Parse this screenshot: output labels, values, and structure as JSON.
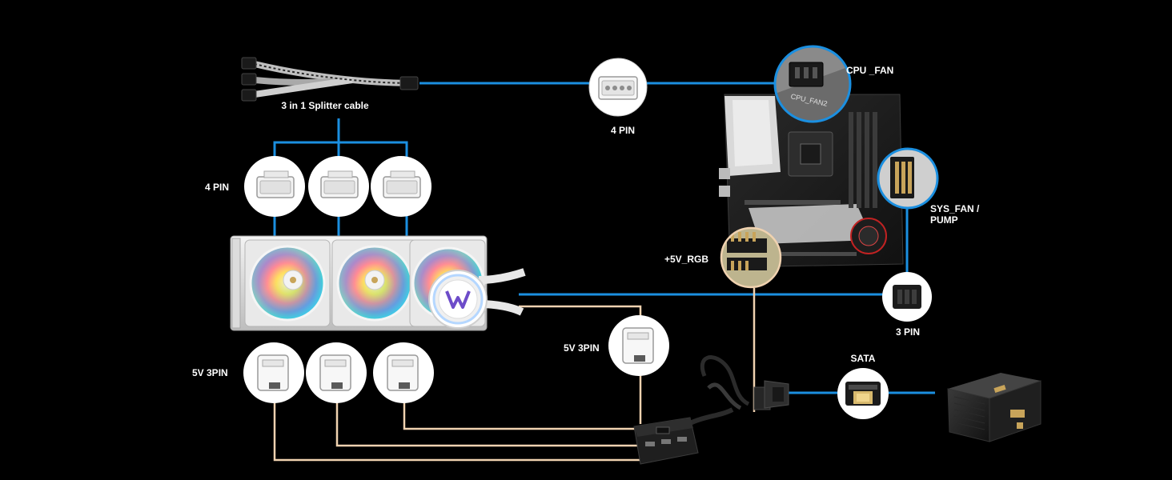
{
  "labels": {
    "splitter_cable": "3 in 1 Splitter cable",
    "fan_connector_top": "4 PIN",
    "fan_connector_left": "4 PIN",
    "cpu_fan": "CPU _FAN",
    "cpu_fan_header_print": "CPU_FAN2",
    "sys_fan_line1": "SYS_FAN /",
    "sys_fan_line2": "PUMP",
    "rgb_header": "+5V_RGB",
    "pump_connector": "3 PIN",
    "argb_connector_left": "5V 3PIN",
    "argb_connector_mid": "5V 3PIN",
    "sata": "SATA"
  },
  "icons": {
    "splitter": "splitter-cable-icon",
    "fan_4pin": "4pin-connector-icon",
    "argb_3pin": "argb-3pin-connector-icon",
    "pump_3pin": "3pin-connector-icon",
    "sata": "sata-connector-icon",
    "motherboard": "motherboard-icon",
    "cooler": "aio-cooler-icon",
    "hub": "argb-hub-icon",
    "psu": "power-supply-icon"
  },
  "colors": {
    "background": "#000000",
    "pwm_wire": "#1b8fe0",
    "argb_wire": "#f0d2b0",
    "text": "#ffffff"
  }
}
